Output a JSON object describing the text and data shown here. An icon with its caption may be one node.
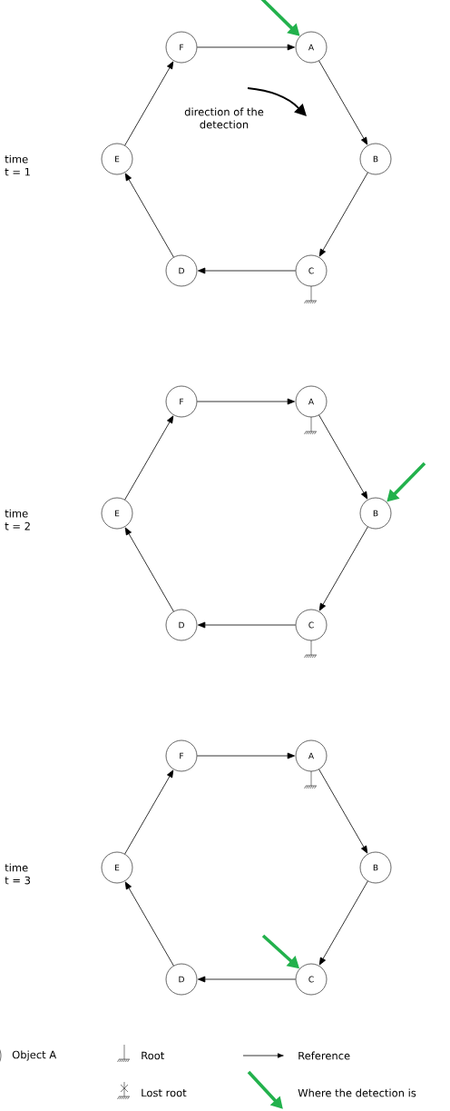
{
  "diagram": {
    "nodes": [
      {
        "text": [
          "F"
        ]
      },
      {
        "text": [
          "A"
        ]
      },
      {
        "text": [
          "E"
        ]
      },
      {
        "text": [
          "B"
        ]
      },
      {
        "text": [
          "D"
        ]
      },
      {
        "text": [
          "C"
        ]
      },
      {
        "text": [
          "F"
        ]
      },
      {
        "text": [
          "A"
        ]
      },
      {
        "text": [
          "E"
        ]
      },
      {
        "text": [
          "B"
        ]
      },
      {
        "text": [
          "D"
        ]
      },
      {
        "text": [
          "C"
        ]
      },
      {
        "text": [
          "F"
        ]
      },
      {
        "text": [
          "A"
        ]
      },
      {
        "text": [
          "E"
        ]
      },
      {
        "text": [
          "B"
        ]
      },
      {
        "text": [
          "D"
        ]
      },
      {
        "text": [
          "C"
        ]
      }
    ],
    "edges": [
      {
        "from": 0,
        "to": 1,
        "arrow": "to"
      },
      {
        "from": 1,
        "to": 3,
        "arrow": "to"
      },
      {
        "from": 3,
        "to": 5,
        "arrow": "to"
      },
      {
        "from": 5,
        "to": 4,
        "arrow": "to"
      },
      {
        "from": 4,
        "to": 2,
        "arrow": "to"
      },
      {
        "from": 2,
        "to": 0,
        "arrow": "to"
      },
      {
        "from": null,
        "to": 1,
        "arrow": "to",
        "style": "thick",
        "color": "#22b14c"
      },
      {
        "from": 6,
        "to": 7,
        "arrow": "to"
      },
      {
        "from": 7,
        "to": 9,
        "arrow": "to"
      },
      {
        "from": 9,
        "to": 11,
        "arrow": "to"
      },
      {
        "from": 11,
        "to": 10,
        "arrow": "to"
      },
      {
        "from": 10,
        "to": 8,
        "arrow": "to"
      },
      {
        "from": 8,
        "to": 6,
        "arrow": "to"
      },
      {
        "from": null,
        "to": 9,
        "arrow": "to",
        "style": "thick",
        "color": "#22b14c"
      },
      {
        "from": 12,
        "to": 13,
        "arrow": "to"
      },
      {
        "from": 13,
        "to": 15,
        "arrow": "to"
      },
      {
        "from": 15,
        "to": 17,
        "arrow": "to"
      },
      {
        "from": 17,
        "to": 16,
        "arrow": "to"
      },
      {
        "from": 16,
        "to": 14,
        "arrow": "to"
      },
      {
        "from": 14,
        "to": 12,
        "arrow": "to"
      },
      {
        "from": null,
        "to": 17,
        "arrow": "to",
        "style": "thick",
        "color": "#22b14c"
      }
    ],
    "labels": [
      "direction of the detection",
      "time t = 1",
      "time t = 2",
      "time t = 3"
    ],
    "legend": [
      {
        "text": "Object A"
      },
      {
        "text": "Root"
      },
      {
        "text": "Reference"
      },
      {
        "text": "Lost root"
      },
      {
        "text": "Where the detection is"
      }
    ]
  }
}
